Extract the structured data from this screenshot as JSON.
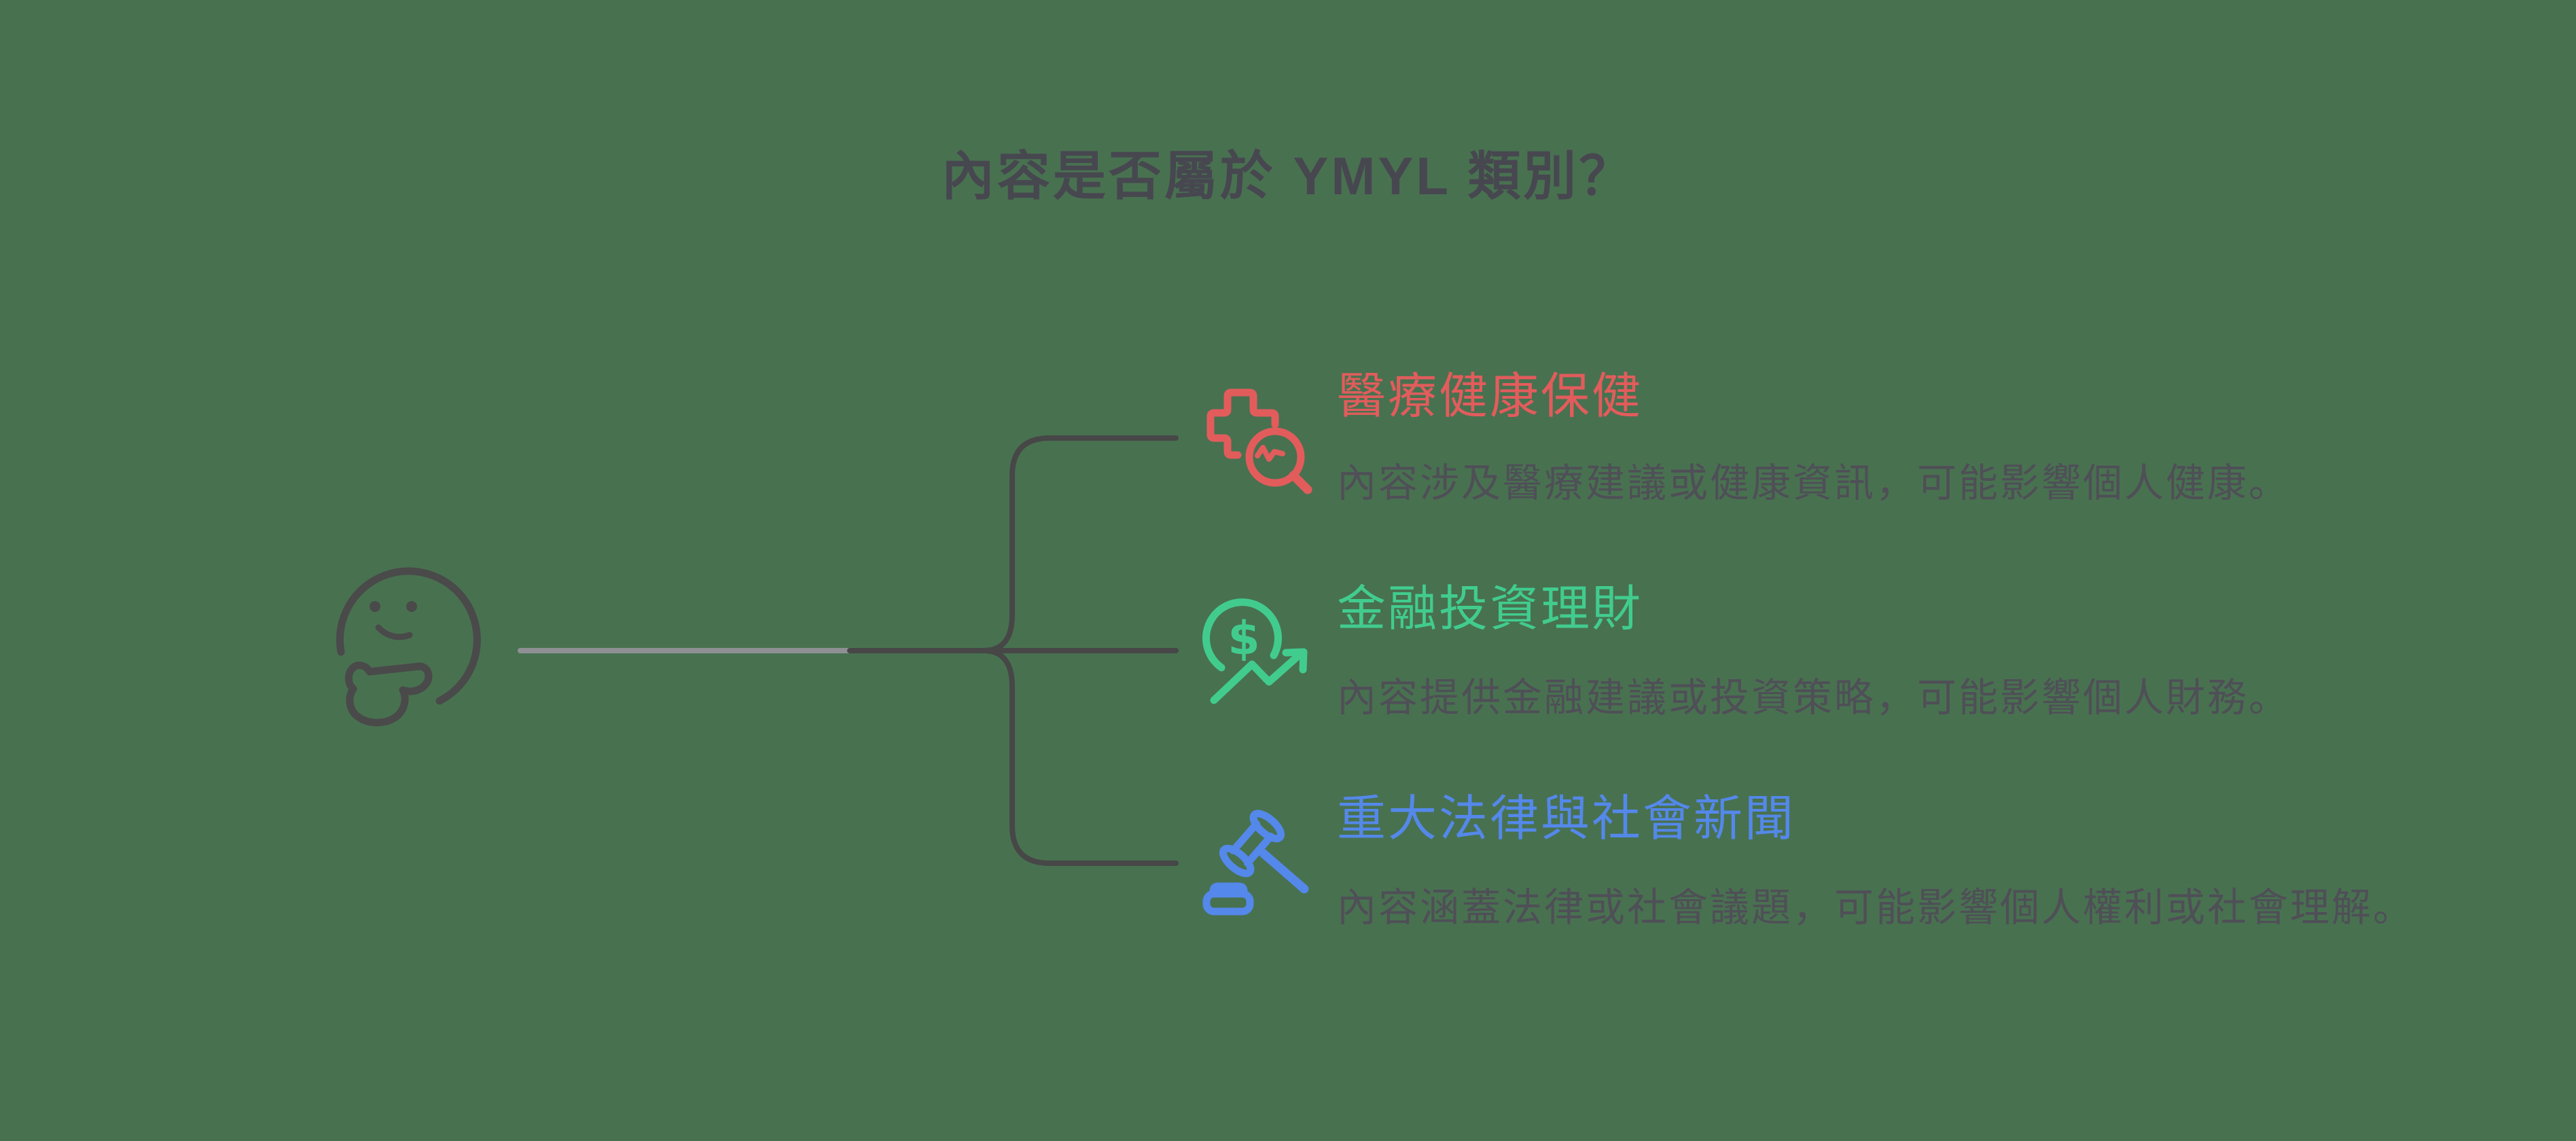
{
  "title": {
    "text": "內容是否屬於 YMYL 類別？"
  },
  "thinker": {
    "icon": "thinking-face-icon"
  },
  "branches": [
    {
      "id": "medical",
      "icon": "medical-cross-magnifier-icon",
      "label": "醫療健康保健",
      "description": "內容涉及醫療建議或健康資訊，可能影響個人健康。",
      "color": "#E25C5C"
    },
    {
      "id": "finance",
      "icon": "dollar-trend-up-icon",
      "label": "金融投資理財",
      "description": "內容提供金融建議或投資策略，可能影響個人財務。",
      "color": "#41CC8E"
    },
    {
      "id": "legal",
      "icon": "gavel-icon",
      "label": "重大法律與社會新聞",
      "description": "內容涵蓋法律或社會議題，可能影響個人權利或社會理解。",
      "color": "#5488EA"
    }
  ],
  "icon_glyphs": {
    "dollar": "$"
  },
  "colors": {
    "background": "#487150",
    "title": "#474750",
    "description": "#4F4F57",
    "connector-dark": "#474747",
    "connector-light": "#8F9094",
    "face": "#4A4A4A",
    "medical": "#E25C5C",
    "finance": "#41CC8E",
    "legal": "#5488EA"
  }
}
